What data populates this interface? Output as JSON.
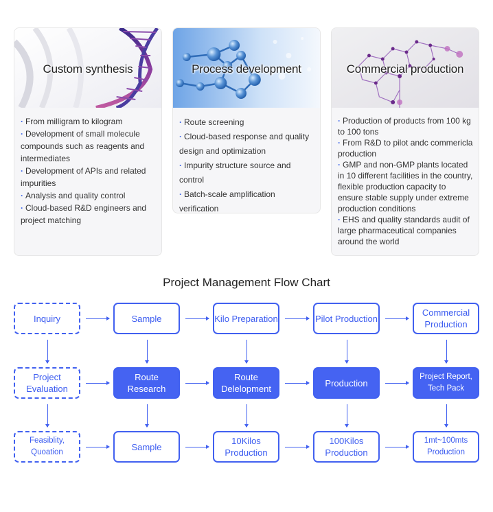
{
  "cards": [
    {
      "title": "Custom synthesis",
      "image": "dna-helix-image",
      "items": [
        "From milligram to kilogram",
        "Development of small molecule compounds such as reagents and intermediates",
        "Development of APIs and related impurities",
        "Analysis and quality control",
        "Cloud-based R&D engineers and project matching"
      ]
    },
    {
      "title": "Process development",
      "image": "molecule-structure-image",
      "items": [
        "Route screening",
        "Cloud-based response and quality design and optimization",
        "Impurity structure source and control",
        "Batch-scale amplification verification"
      ]
    },
    {
      "title": "Commercial production",
      "image": "hexagon-network-image",
      "items": [
        "Production of products from 100 kg to 100 tons",
        "From R&D to pilot andc commericla production",
        "GMP and non-GMP plants located in 10 different facilities in the country, flexible production capacity to ensure stable supply under extreme production conditions",
        "EHS and quality standards audit of large pharmaceutical companies around the world"
      ]
    }
  ],
  "bullet": "·",
  "flowchart": {
    "title": "Project Management Flow Chart",
    "accent_color": "#4160f0",
    "rows": [
      [
        {
          "label": "Inquiry",
          "style": "dashed"
        },
        {
          "label": "Sample",
          "style": "outline"
        },
        {
          "label": "Kilo Preparation",
          "style": "outline"
        },
        {
          "label": "Pilot Production",
          "style": "outline"
        },
        {
          "label": "Commercial Production",
          "style": "outline"
        }
      ],
      [
        {
          "label": "Project Evaluation",
          "style": "dashed"
        },
        {
          "label": "Route Research",
          "style": "filled"
        },
        {
          "label": "Route Delelopment",
          "style": "filled"
        },
        {
          "label": "Production",
          "style": "filled"
        },
        {
          "label": "Project Report, Tech Pack",
          "style": "filled"
        }
      ],
      [
        {
          "label": "Feasiblity, Quoation",
          "style": "dashed"
        },
        {
          "label": "Sample",
          "style": "outline"
        },
        {
          "label": "10Kilos Production",
          "style": "outline"
        },
        {
          "label": "100Kilos Production",
          "style": "outline"
        },
        {
          "label": "1mt~100mts Production",
          "style": "outline"
        }
      ]
    ]
  }
}
